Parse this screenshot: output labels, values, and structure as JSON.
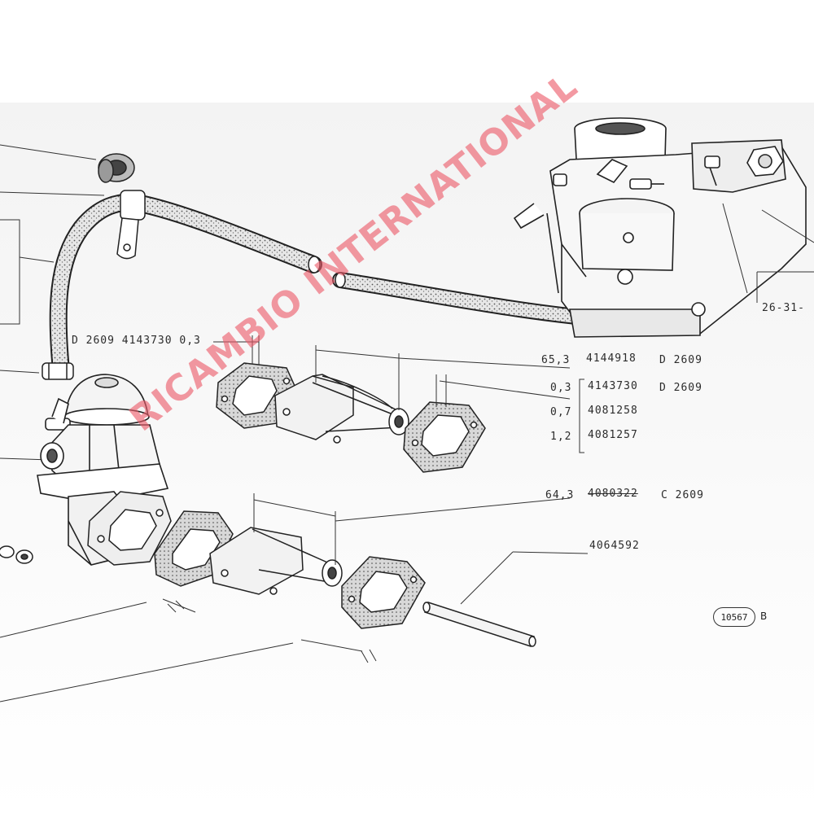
{
  "labels": {
    "ref_left": "D 2609 4143730 0,3",
    "gasket_top_dim": "65,3",
    "gasket_top_part": "4144918",
    "gasket_top_code": "D 2609",
    "shim_1_thk": "0,3",
    "shim_1_part": "4143730",
    "shim_1_code": "D 2609",
    "shim_2_thk": "0,7",
    "shim_2_part": "4081258",
    "shim_3_thk": "1,2",
    "shim_3_part": "4081257",
    "spacer_dim": "64,3",
    "spacer_part": "4080322",
    "spacer_code": "C 2609",
    "pushrod_part": "4064592",
    "group_ref": "26-31-"
  },
  "figure": {
    "number": "10567",
    "suffix": "B"
  },
  "watermark": "RICAMBIO INTERNATIONAL",
  "colors": {
    "line": "#2a2a2a",
    "paper": "#ffffff",
    "shade": "#e9e9e9",
    "watermark": "#eb5a69"
  }
}
